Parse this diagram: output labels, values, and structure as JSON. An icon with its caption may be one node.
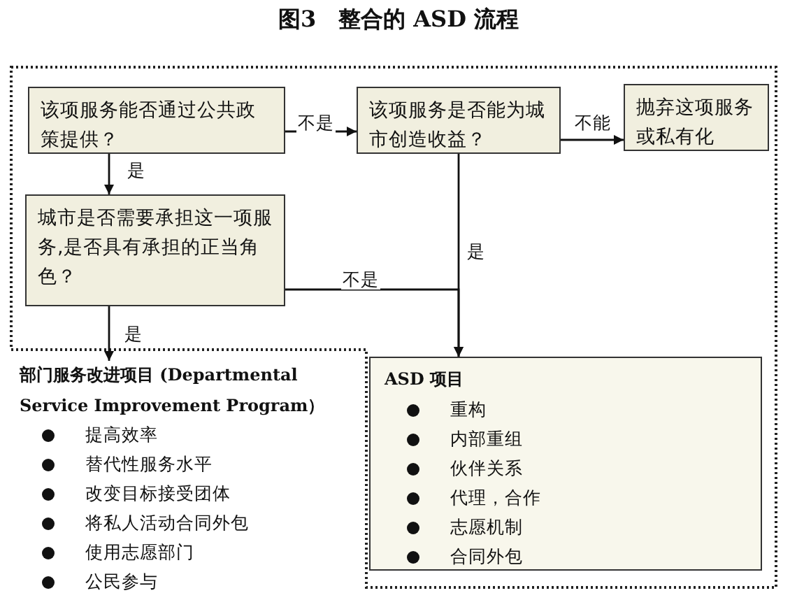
{
  "diagram": {
    "title": "图3　整合的 ASD 流程",
    "nodes": [
      {
        "text": [
          "该项服务能否通过公共政策提供？"
        ]
      },
      {
        "text": [
          "该项服务是否能为城市创造收益？"
        ]
      },
      {
        "text": [
          "抛弃这项服务或私有化"
        ]
      },
      {
        "text": [
          "城市是否需要承担这一项服务,是否具有承担的正当角色？"
        ]
      },
      {
        "text": [
          "ASD 项目",
          "重构",
          "内部重组",
          "伙伴关系",
          "代理，合作",
          "志愿机制",
          "合同外包"
        ]
      },
      {
        "text": [
          "部门服务改进项目 (Departmental Service Improvement Program）",
          "提高效率",
          "替代性服务水平",
          "改变目标接受团体",
          "将私人活动合同外包",
          "使用志愿部门",
          "公民参与"
        ]
      }
    ],
    "edges": [
      {
        "from": 0,
        "to": 1,
        "arrow": "to",
        "label": "不是"
      },
      {
        "from": 1,
        "to": 2,
        "arrow": "to",
        "label": "不能"
      },
      {
        "from": 0,
        "to": 3,
        "arrow": "to",
        "label": "是"
      },
      {
        "from": 1,
        "to": 4,
        "arrow": "to",
        "label": "是"
      },
      {
        "from": 3,
        "to": 4,
        "arrow": "to",
        "label": "不是"
      },
      {
        "from": 3,
        "to": 5,
        "arrow": "to",
        "label": "是"
      }
    ]
  }
}
